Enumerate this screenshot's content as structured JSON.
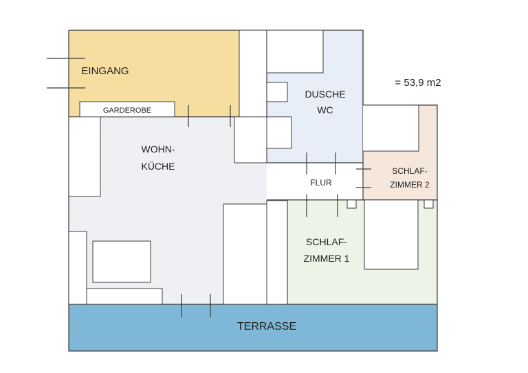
{
  "area": "= 53,9 m2",
  "rooms": {
    "eingang": "EINGANG",
    "garderobe": "GARDEROBE",
    "wohnkueche": [
      "WOHN-",
      "KÜCHE"
    ],
    "dusche": [
      "DUSCHE",
      "WC"
    ],
    "flur": "FLUR",
    "schlafzimmer2": [
      "SCHLAF-",
      "ZIMMER 2"
    ],
    "schlafzimmer1": [
      "SCHLAF-",
      "ZIMMER 1"
    ],
    "terrasse": "TERRASSE"
  },
  "colors": {
    "eingang": "#f6dda0",
    "wohnkueche": "#eef0f3",
    "dusche": "#e8eef7",
    "schlafzimmer1": "#edf3e6",
    "schlafzimmer2": "#f5e7db",
    "flur": "#ffffff",
    "terrasse": "#7fb8d6"
  }
}
